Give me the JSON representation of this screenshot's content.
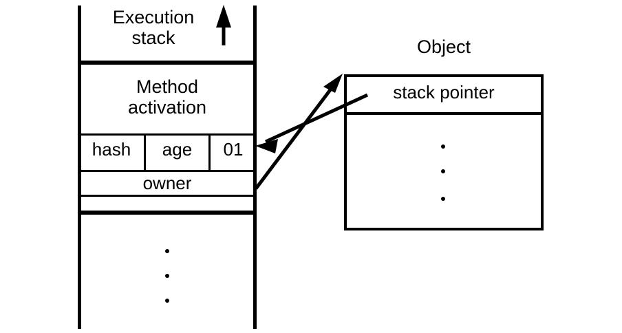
{
  "diagram": {
    "title": "Execution stack and object stack pointer relationship",
    "background_color": "#ffffff",
    "stroke_color": "#000000"
  },
  "execution_stack": {
    "header_label": "Execution\nstack",
    "growth_arrow": {
      "icon": "up-arrow-icon",
      "direction": "up"
    },
    "frame": {
      "title_label": "Method\nactivation",
      "fields_row": {
        "cells": [
          {
            "label": "hash"
          },
          {
            "label": "age"
          },
          {
            "label": "01"
          }
        ]
      },
      "owner_row": {
        "label": "owner"
      }
    },
    "continuation": {
      "ellipsis": [
        "•",
        "•",
        "•"
      ]
    }
  },
  "object": {
    "title_label": "Object",
    "rows": [
      {
        "label": "stack pointer"
      }
    ],
    "body_ellipsis": [
      "•",
      "•",
      "•"
    ]
  },
  "connections": [
    {
      "name": "owner-to-object",
      "from": "execution-stack.owner",
      "to": "object.top",
      "arrowhead": "end"
    },
    {
      "name": "stack-pointer-to-frame",
      "from": "object.stack-pointer",
      "to": "execution-stack.fields-row",
      "arrowhead": "end"
    }
  ]
}
